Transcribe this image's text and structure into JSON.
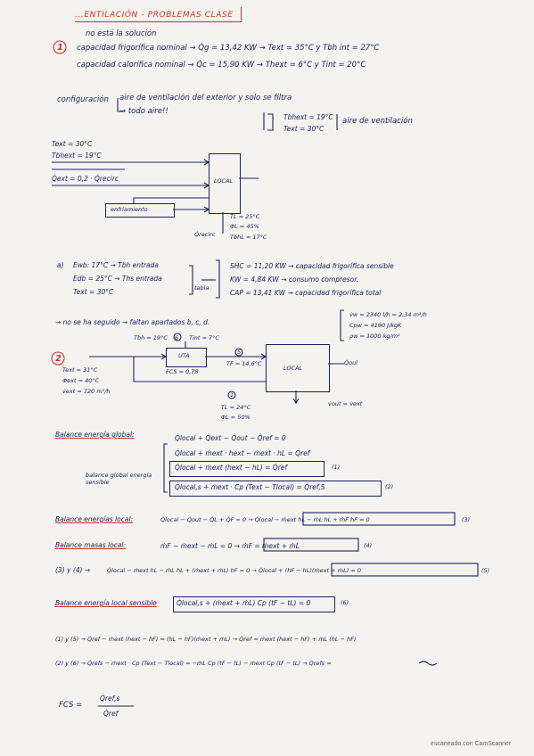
{
  "header": {
    "title": "...ENTILACIÓN - PROBLEMAS CLASE"
  },
  "p1": {
    "number": "1",
    "line0": "no está la solución",
    "line1": "capacidad frigorífica nominal → Q̇g = 13,42 KW → Text = 35°C  y  Tbh int = 27°C",
    "line2": "capacidad calorífica nominal → Q̇c = 15,90 KW → Thext = 6°C  y  Tint = 20°C",
    "config_label": "configuración",
    "config_text": "aire de ventilación del exterior y solo se filtra",
    "todo_aire": "→ todo aire!!",
    "ext_cond1": "Tbhext = 19°C",
    "ext_cond2": "Text = 30°C",
    "ext_cond_note": "aire de ventilación"
  },
  "diagram1": {
    "text_label": "Text = 30°C",
    "tbh_label": "Tbhext = 19°C",
    "qext_label": "Q̇ext = 0,2 · Q̇recirc",
    "local_label": "LOCAL",
    "enfriamiento_label": "enfriamiento",
    "tl_label": "TL = 25°C",
    "phi_label": "ΦL = 45%",
    "tbhl_label": "TbhL = 17°C",
    "qrecirc_label": "Q̇recirc"
  },
  "part_a": {
    "label": "a)",
    "ewb": "Ewb: 17°C → Tbh entrada",
    "edb": "Edb = 25°C → Ths entrada",
    "text": "Text = 30°C",
    "tabla": "tabla",
    "shc": "SHC = 11,20 KW → capacidad frigorífica sensible",
    "kw": "KW = 4,84 KW → consumo compresor.",
    "cap": "CAP = 13,41 KW → capacidad frigorífica total"
  },
  "note1": {
    "text": "→ no se ha seguido → faltan apartados b, c, d.",
    "vw": "v̇w = 2340 l/h = 2,34 m³/h",
    "cpw": "Cpw = 4190 J/kgK",
    "rho": "ρw = 1000 kg/m³"
  },
  "p2": {
    "number": "2",
    "tbh": "Tbh = 19°C",
    "circle6": "6",
    "tint": "Tint = 7°C",
    "uta": "UTA",
    "fcs": "FCS = 0,78",
    "circle5": "5",
    "tf": "TF = 14,6°C",
    "local": "LOCAL",
    "qoul": "Q̇oul",
    "text": "Text = 31°C",
    "phi": "Φext = 40°C",
    "vext": "v̇ext = 720 m³/h",
    "circle1": "1",
    "tl": "TL = 24°C",
    "phil": "ΦL = 50%",
    "vout": "v̇out = v̇ext"
  },
  "balances": {
    "global_label": "Balance energía global:",
    "global_eq1": "Q̇local + Q̇ext − Q̇out − Q̇ref = 0",
    "global_eq2": "Q̇local + ṁext · hext − ṁext · hL = Q̇ref",
    "global_eq3": "Q̇local + ṁext (hext − hL) = Q̇ref",
    "global_eq3_num": "(1)",
    "sens_label": "balance global energía sensible",
    "global_eq4": "Q̇local,s + ṁext · Cp (Text − Tlocal) = Q̇ref,S",
    "global_eq4_num": "(2)",
    "local_label": "Balance energías local:",
    "local_eq": "Q̇local − Q̇out − Q̇L + Q̇F = 0 → Q̇local − ṁext hL − ṁL hL + ṁF hF = 0",
    "local_eq_num": "(3)",
    "masas_label": "Balance masas local:",
    "masas_eq": "ṁF − ṁext − ṁL = 0 → ṁF = ṁext + ṁL",
    "masas_eq_num": "(4)",
    "comb_label": "(3) y (4) →",
    "comb_eq": "Q̇local − ṁext hL − ṁL hL + (ṁext + ṁL) hF = 0 → Q̇local + (hF − hL)(ṁext + ṁL) = 0",
    "comb_eq_num": "(5)",
    "sens_local_label": "Balance energía local sensible",
    "sens_local_eq": "Q̇local,s + (ṁext + ṁL) Cp (tF − tL) = 0",
    "sens_local_eq_num": "(6)",
    "eq15": "(1) y (5) → Q̇ref − ṁext (hext − hF) = (hL − hF)(ṁext + ṁL) → Q̇ref = ṁext (hext − hF) + ṁL (hL − hF)",
    "eq26": "(2) y (6) → Q̇refs − ṁext · Cp (Text − Tlocal) = −ṁL Cp (tF − tL) − ṁext Cp (tF − tL) → Q̇refs =",
    "fcs_label": "FCS =",
    "fcs_num": "Q̇ref,s",
    "fcs_den": "Q̇ref"
  },
  "footer": {
    "text": "escaneado con CamScanner"
  },
  "colors": {
    "ink": "#1c2260",
    "accent": "#c8332a",
    "paper": "#f4f3ef"
  }
}
